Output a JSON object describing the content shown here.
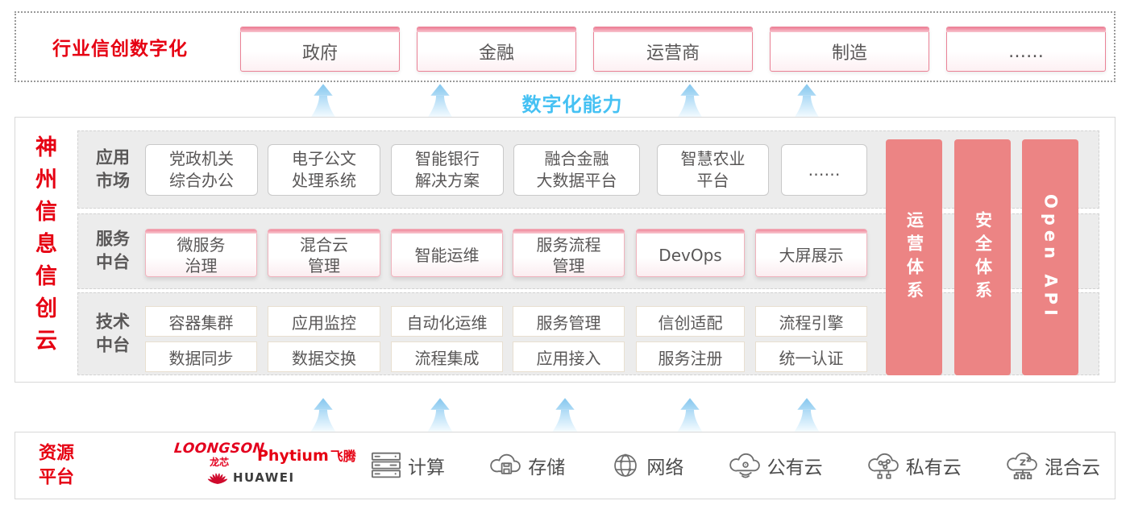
{
  "colors": {
    "accent_red": "#e60012",
    "capability_blue": "#45c1f3",
    "pillar_pink": "#ec8484",
    "box_text_gray": "#595757"
  },
  "top_banner": {
    "label": "行业信创数字化",
    "items": [
      "政府",
      "金融",
      "运营商",
      "制造",
      "……"
    ]
  },
  "capability_label": "数字化能力",
  "platform": {
    "title": "神州信息信创云",
    "app_market": {
      "label": "应用\n市场",
      "items": [
        "党政机关\n综合办公",
        "电子公文\n处理系统",
        "智能银行\n解决方案",
        "融合金融\n大数据平台",
        "智慧农业\n平台",
        "……"
      ]
    },
    "service": {
      "label": "服务\n中台",
      "items": [
        "微服务\n治理",
        "混合云\n管理",
        "智能运维",
        "服务流程\n管理",
        "DevOps",
        "大屏展示"
      ]
    },
    "tech": {
      "label": "技术\n中台",
      "row1": [
        "容器集群",
        "应用监控",
        "自动化运维",
        "服务管理",
        "信创适配",
        "流程引擎"
      ],
      "row2": [
        "数据同步",
        "数据交换",
        "流程集成",
        "应用接入",
        "服务注册",
        "统一认证"
      ]
    },
    "pillars": [
      "运营体系",
      "安全体系",
      "Open API"
    ]
  },
  "resources": {
    "label": "资源\n平台",
    "vendors": {
      "loongson": "LOONGSON",
      "loongson_cn": "龙芯",
      "phytium": "Phytium",
      "phytium_cn": "飞腾",
      "huawei": "HUAWEI"
    },
    "items": [
      {
        "icon": "server-icon",
        "label": "计算"
      },
      {
        "icon": "storage-icon",
        "label": "存储"
      },
      {
        "icon": "network-icon",
        "label": "网络"
      },
      {
        "icon": "public-cloud-icon",
        "label": "公有云"
      },
      {
        "icon": "private-cloud-icon",
        "label": "私有云"
      },
      {
        "icon": "hybrid-cloud-icon",
        "label": "混合云"
      }
    ]
  }
}
